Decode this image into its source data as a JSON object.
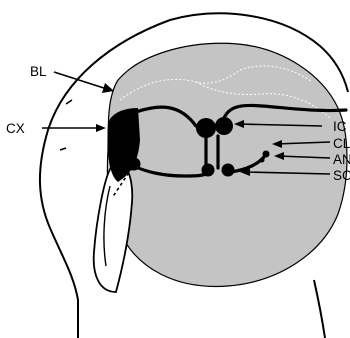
{
  "labels": {
    "bl": "BL",
    "cx": "CX",
    "ic": "IC",
    "cl": "CL",
    "an": "AN",
    "sc": "SC"
  },
  "colors": {
    "brain_fill": "#c4c4c4",
    "outline": "#000000",
    "background": "#ffffff"
  }
}
